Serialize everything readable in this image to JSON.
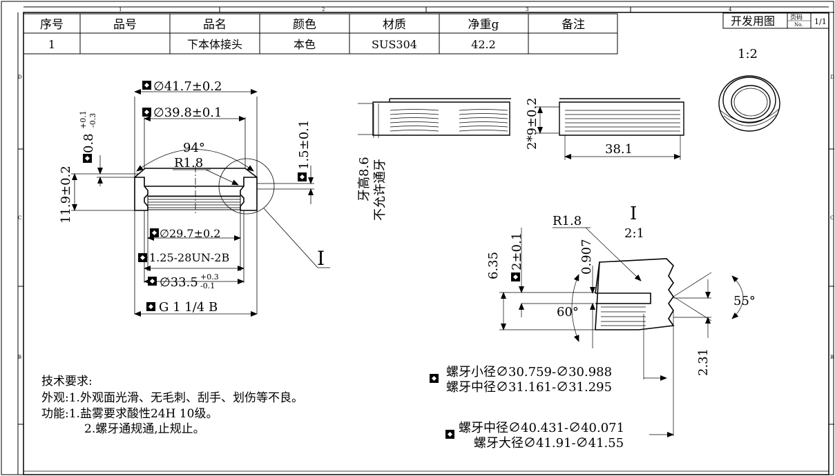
{
  "zone_labels": {
    "top": [
      "1",
      "2",
      "3",
      "4"
    ],
    "side": [
      "D",
      "C",
      "B"
    ]
  },
  "title_block": {
    "headers": [
      "序号",
      "品号",
      "品名",
      "颜色",
      "材质",
      "净重g",
      "备注"
    ],
    "row": [
      "1",
      "",
      "下本体接头",
      "本色",
      "SUS304",
      "42.2",
      ""
    ]
  },
  "sheet_info": {
    "label": "开发用图",
    "page_label_cn": "页码",
    "page_label_en": "No.",
    "page_value": "1/1"
  },
  "main_view": {
    "dims": {
      "d_outer": "41.7±0.2",
      "d_inner_top": "39.8±0.1",
      "chamfer_depth_main": "0.8",
      "chamfer_tol_upper": "+0.1",
      "chamfer_tol_lower": "-0.3",
      "angle": "94°",
      "radius": "R1.8",
      "flange_thickness": "1.5±0.1",
      "total_height": "11.9±0.2",
      "d_bore": "29.7±0.2",
      "thread_spec": "1.25-28UN-2B",
      "d_recess_main": "33.5",
      "d_recess_tol_upper": "+0.3",
      "d_recess_tol_lower": "-0.1",
      "pipe_thread": "G 1 1/4 B"
    },
    "detail_callout": "I"
  },
  "thread_views": {
    "note_line1": "牙高8.6",
    "note_line2": "不允许通牙",
    "dim_vertical": "2*9±0.2",
    "dim_length": "38.1"
  },
  "iso_view": {
    "scale": "1:2"
  },
  "detail_view": {
    "label": "I",
    "scale": "2:1",
    "radius": "R1.8",
    "dim_635": "6.35",
    "dim_2": "2±0.1",
    "dim_0907": "0.907",
    "angle_60": "60°",
    "angle_55": "55°",
    "dim_231": "2.31"
  },
  "thread_specs": [
    "螺牙小径∅30.759-∅30.988",
    "螺牙中径∅31.161-∅31.295",
    "螺牙中径∅40.431-∅40.071",
    "螺牙大径∅41.91-∅41.55"
  ],
  "tech_requirements": {
    "title": "技术要求:",
    "lines": [
      "外观:1.外观面光滑、无毛刺、刮手、划伤等不良。",
      "功能:1.盐雾要求酸性24H 10级。",
      "2.螺牙通规通,止规止。"
    ]
  }
}
